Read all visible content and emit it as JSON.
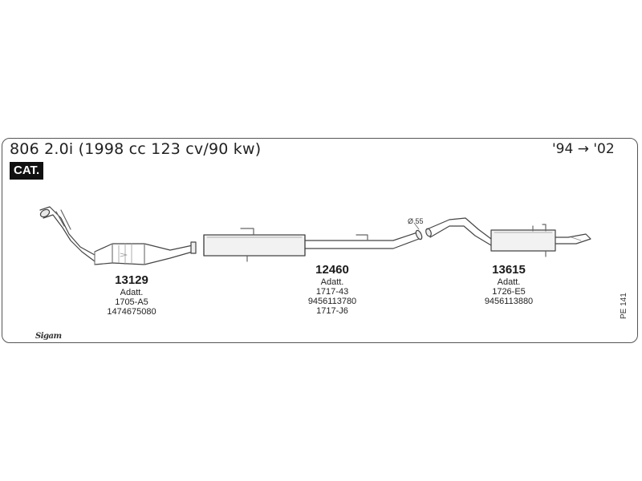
{
  "header": {
    "title": "806 2.0i (1998 cc 123 cv/90 kw)",
    "years": "'94 → '02",
    "badge": "CAT."
  },
  "parts": [
    {
      "number": "13129",
      "lines": [
        "Adatt.",
        "1705-A5",
        "1474675080"
      ]
    },
    {
      "number": "12460",
      "lines": [
        "Adatt.",
        "1717-43",
        "9456113780",
        "1717-J6"
      ]
    },
    {
      "number": "13615",
      "lines": [
        "Adatt.",
        "1726-E5",
        "9456113880"
      ]
    }
  ],
  "diameter_label": "Ø 55",
  "diagram_code": "PE 141",
  "logo_text": "Sigam"
}
